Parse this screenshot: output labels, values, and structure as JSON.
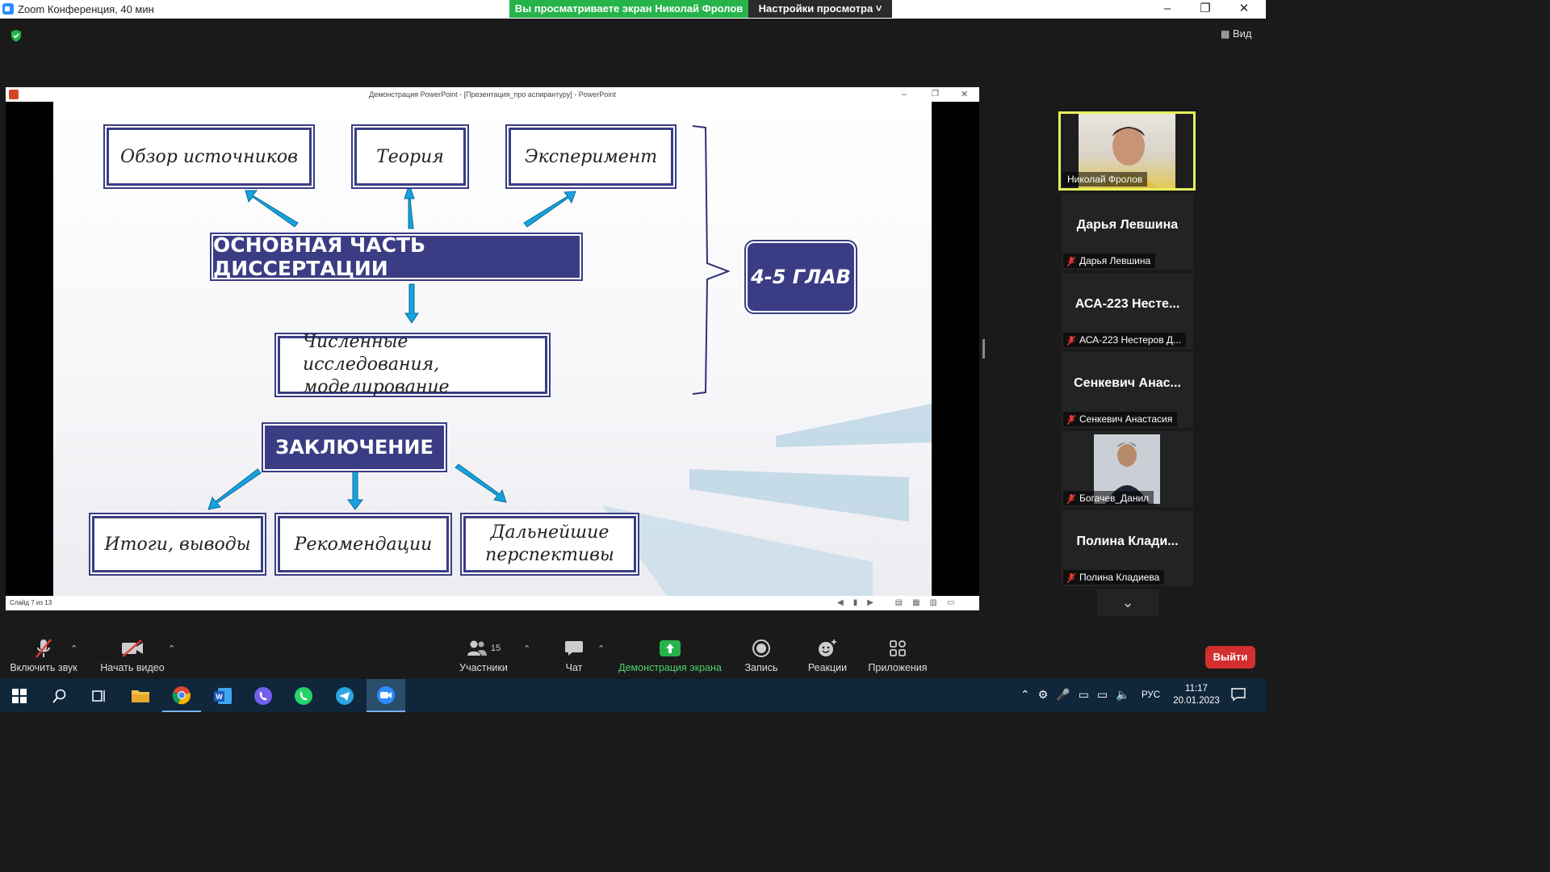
{
  "window": {
    "title": "Zoom Конференция, 40 мин",
    "minimize": "–",
    "maximize": "❐",
    "close": "✕"
  },
  "share_banner": {
    "viewing_text": "Вы просматриваете экран Николай Фролов",
    "view_settings": "Настройки просмотра ˅"
  },
  "view_button": "Вид",
  "ppt": {
    "title": "Демонстрация PowerPoint - [Презентация_про аспирантуру] - PowerPoint",
    "status": "Слайд 7 из 13"
  },
  "slide": {
    "sources": "Обзор источников",
    "theory": "Теория",
    "experiment": "Эксперимент",
    "main_part": "ОСНОВНАЯ ЧАСТЬ ДИССЕРТАЦИИ",
    "numeric_line1": "Численные исследования,",
    "numeric_line2": "моделирование",
    "chapters": "4-5 ГЛАВ",
    "conclusion": "ЗАКЛЮЧЕНИЕ",
    "results": "Итоги, выводы",
    "recommendations": "Рекомендации",
    "further_line1": "Дальнейшие",
    "further_line2": "перспективы"
  },
  "participants": [
    {
      "big": "",
      "tag": "Николай Фролов",
      "video": true,
      "active": true,
      "muted": false
    },
    {
      "big": "Дарья Левшина",
      "tag": "Дарья Левшина",
      "video": false,
      "muted": true
    },
    {
      "big": "АСА-223 Несте...",
      "tag": "АСА-223 Нестеров Д...",
      "video": false,
      "muted": true
    },
    {
      "big": "Сенкевич Анас...",
      "tag": "Сенкевич Анастасия",
      "video": false,
      "muted": true
    },
    {
      "big": "",
      "tag": "Богачев_Данил",
      "video": true,
      "muted": true
    },
    {
      "big": "Полина Клади...",
      "tag": "Полина Кладиева",
      "video": false,
      "muted": true
    }
  ],
  "toolbar": {
    "unmute": "Включить звук",
    "start_video": "Начать видео",
    "participants": "Участники",
    "participants_count": "15",
    "chat": "Чат",
    "share": "Демонстрация экрана",
    "record": "Запись",
    "reactions": "Реакции",
    "apps": "Приложения",
    "leave": "Выйти"
  },
  "taskbar": {
    "lang": "РУС",
    "time": "11:17",
    "date": "20.01.2023"
  },
  "colors": {
    "accent_navy": "#3a3d84",
    "share_green": "#26b34a",
    "leave_red": "#d32f2f",
    "arrow_blue": "#16a3dd",
    "taskbar": "#10263a"
  }
}
